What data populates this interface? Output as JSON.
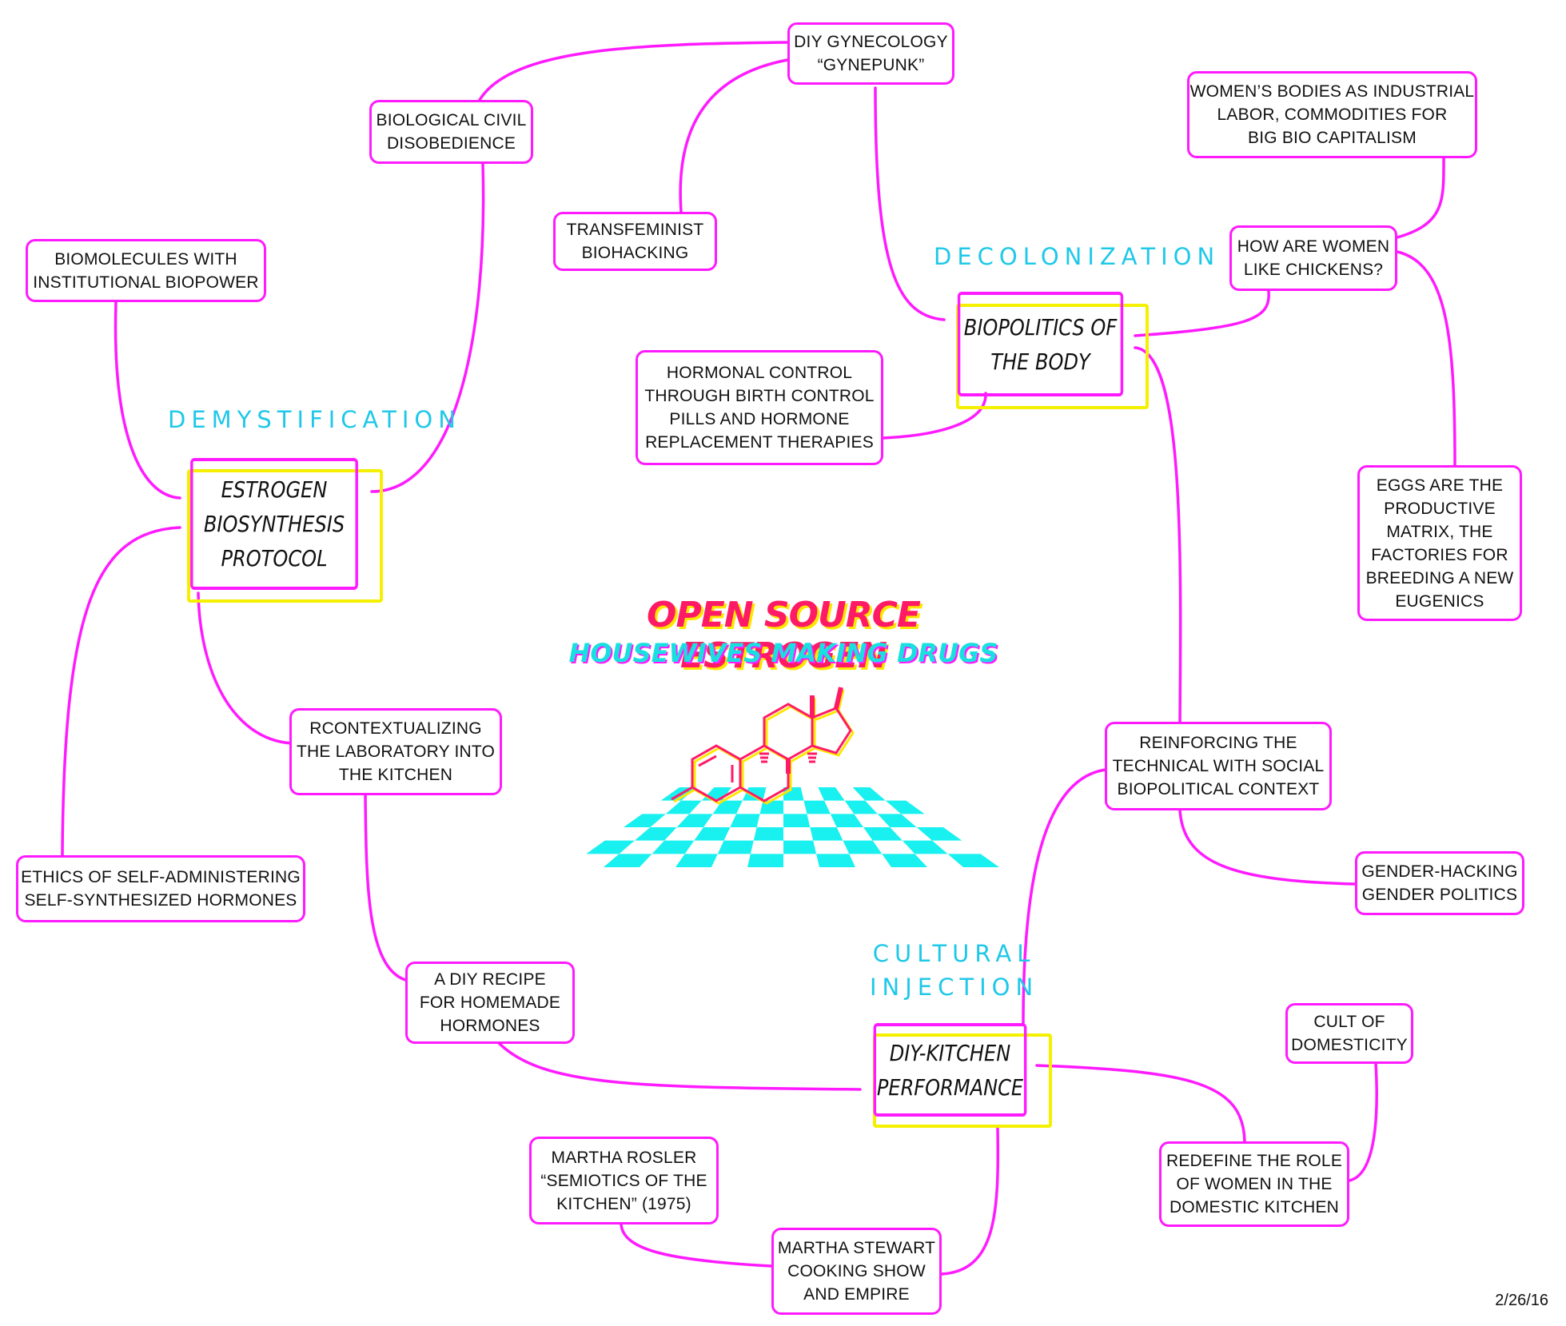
{
  "title": "OPEN SOURCE ESTROGEN",
  "subtitle": "HOUSEWIVES MAKING DRUGS",
  "date": "2/26/16",
  "colors": {
    "link": "#ff1aff",
    "hub_shadow": "#f4f000",
    "theme_text": "#1fc8e8",
    "title": "#ff1a66",
    "subtitle": "#19e0e0",
    "checker": "#19f0f0"
  },
  "themes": {
    "demystification": "DEMYSTIFICATION",
    "decolonization": "DECOLONIZATION",
    "cultural_injection": "CULTURAL\nINJECTION"
  },
  "hubs": {
    "estrogen": "ESTROGEN\nBIOSYNTHESIS\nPROTOCOL",
    "biopolitics": "BIOPOLITICS OF\nTHE BODY",
    "kitchen": "DIY-KITCHEN\nPERFORMANCE"
  },
  "nodes": {
    "diy_gynecology": "DIY GYNECOLOGY\n“GYNEPUNK”",
    "civil_disobedience": "BIOLOGICAL CIVIL\nDISOBEDIENCE",
    "transfeminist": "TRANSFEMINIST\nBIOHACKING",
    "biomolecules": "BIOMOLECULES WITH\nINSTITUTIONAL BIOPOWER",
    "womens_bodies": "WOMEN’S BODIES AS INDUSTRIAL\nLABOR, COMMODITIES FOR\nBIG BIO CAPITALISM",
    "chickens": "HOW ARE WOMEN\nLIKE CHICKENS?",
    "hormonal_control": "HORMONAL CONTROL\nTHROUGH BIRTH CONTROL\nPILLS AND  HORMONE\nREPLACEMENT THERAPIES",
    "eggs": "EGGS ARE THE\nPRODUCTIVE\nMATRIX, THE\nFACTORIES FOR\nBREEDING A NEW\nEUGENICS",
    "recontextualizing": "RCONTEXTUALIZING\nTHE LABORATORY INTO\nTHE KITCHEN",
    "reinforcing": "REINFORCING THE\nTECHNICAL WITH SOCIAL\nBIOPOLITICAL CONTEXT",
    "ethics": "ETHICS OF SELF-ADMINISTERING\nSELF-SYNTHESIZED HORMONES",
    "gender_hacking": "GENDER-HACKING\nGENDER POLITICS",
    "diy_recipe": "A DIY RECIPE\nFOR HOMEMADE\nHORMONES",
    "cult_domesticity": "CULT OF\nDOMESTICITY",
    "martha_rosler": "MARTHA ROSLER\n“SEMIOTICS OF THE\nKITCHEN” (1975)",
    "redefine": "REDEFINE THE ROLE\nOF WOMEN IN THE\nDOMESTIC KITCHEN",
    "martha_stewart": "MARTHA STEWART\nCOOKING SHOW\nAND EMPIRE"
  }
}
